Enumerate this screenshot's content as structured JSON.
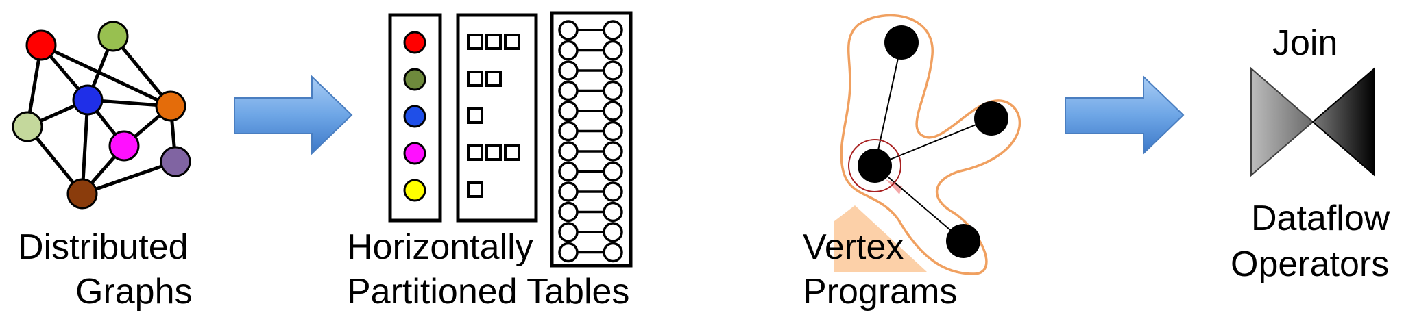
{
  "labels": {
    "distributed_line1": "Distributed",
    "distributed_line2": "Graphs",
    "tables_line1": "Horizontally",
    "tables_line2": "Partitioned Tables",
    "vertex_line1": "Vertex",
    "vertex_line2": "Programs",
    "join": "Join",
    "dataflow_line1": "Dataflow",
    "dataflow_line2": "Operators"
  },
  "colors": {
    "node_red": "#ff0000",
    "node_olive": "#779a48",
    "node_blue": "#1f2fe8",
    "node_magenta": "#ff10ff",
    "node_yellow": "#ffff00",
    "node_lightgreen": "#c4d89c",
    "node_lime": "#98c050",
    "node_orange": "#e46c0a",
    "node_purple": "#8064a2",
    "node_brown": "#8a3c0c",
    "arrow_fill": "#6ea6e6",
    "outline_orange": "#f0a060",
    "highlight_peach": "#fcd0a8",
    "ring_red": "#a82020"
  },
  "graph": {
    "nodes": [
      {
        "id": "red",
        "color": "#ff0000"
      },
      {
        "id": "lime",
        "color": "#98c050"
      },
      {
        "id": "lightgreen",
        "color": "#c4d89c"
      },
      {
        "id": "blue",
        "color": "#1f2fe8"
      },
      {
        "id": "orange",
        "color": "#e46c0a"
      },
      {
        "id": "magenta",
        "color": "#ff10ff"
      },
      {
        "id": "purple",
        "color": "#8064a2"
      },
      {
        "id": "brown",
        "color": "#8a3c0c"
      }
    ],
    "edges": [
      [
        "red",
        "lightgreen"
      ],
      [
        "red",
        "blue"
      ],
      [
        "red",
        "orange"
      ],
      [
        "lime",
        "blue"
      ],
      [
        "lime",
        "orange"
      ],
      [
        "lightgreen",
        "blue"
      ],
      [
        "lightgreen",
        "brown"
      ],
      [
        "blue",
        "brown"
      ],
      [
        "blue",
        "magenta"
      ],
      [
        "blue",
        "orange"
      ],
      [
        "magenta",
        "orange"
      ],
      [
        "orange",
        "purple"
      ],
      [
        "purple",
        "brown"
      ],
      [
        "magenta",
        "brown"
      ]
    ]
  },
  "vertex_table": {
    "colors": [
      "#ff0000",
      "#6e8a3c",
      "#1f4fe8",
      "#ff10ff",
      "#ffff00"
    ]
  },
  "edge_list_table": {
    "square_counts": [
      3,
      2,
      1,
      3,
      1
    ]
  },
  "pair_table": {
    "row_count": 12
  }
}
